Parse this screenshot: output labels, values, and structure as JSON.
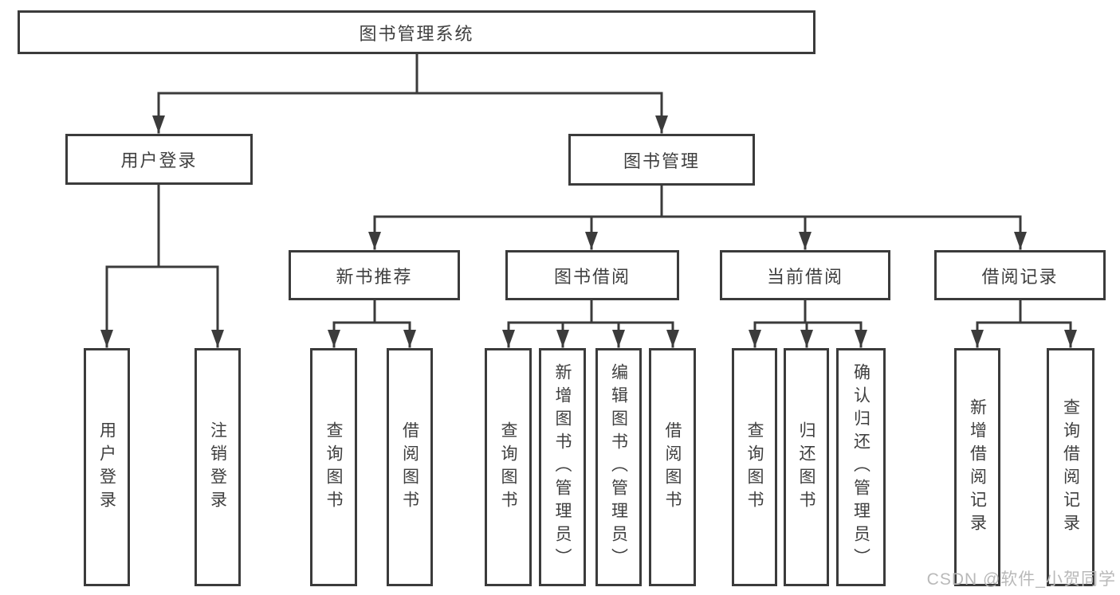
{
  "diagram": {
    "nodes": {
      "root": "图书管理系统",
      "user_login": "用户登录",
      "book_mgmt": "图书管理",
      "new_book_rec": "新书推荐",
      "book_borrow": "图书借阅",
      "current_borrow": "当前借阅",
      "borrow_records": "借阅记录",
      "leaf_user_login": "用户登录",
      "leaf_logout": "注销登录",
      "leaf_query_book_rec": "查询图书",
      "leaf_borrow_book_rec": "借阅图书",
      "leaf_query_book_borrow": "查询图书",
      "leaf_add_book": "新增图书（管理员）",
      "leaf_edit_book": "编辑图书（管理员）",
      "leaf_borrow_book_borrow": "借阅图书",
      "leaf_query_book_current": "查询图书",
      "leaf_return_book": "归还图书",
      "leaf_confirm_return": "确认归还（管理员）",
      "leaf_add_borrow_record": "新增借阅记录",
      "leaf_query_borrow_record": "查询借阅记录"
    },
    "structure": {
      "root": [
        "user_login",
        "book_mgmt"
      ],
      "user_login": [
        "leaf_user_login",
        "leaf_logout"
      ],
      "book_mgmt": [
        "new_book_rec",
        "book_borrow",
        "current_borrow",
        "borrow_records"
      ],
      "new_book_rec": [
        "leaf_query_book_rec",
        "leaf_borrow_book_rec"
      ],
      "book_borrow": [
        "leaf_query_book_borrow",
        "leaf_add_book",
        "leaf_edit_book",
        "leaf_borrow_book_borrow"
      ],
      "current_borrow": [
        "leaf_query_book_current",
        "leaf_return_book",
        "leaf_confirm_return"
      ],
      "borrow_records": [
        "leaf_add_borrow_record",
        "leaf_query_borrow_record"
      ]
    }
  },
  "watermark": {
    "text": "CSDN @软件_小贺同学"
  },
  "colors": {
    "line": "#3b3b3b",
    "text": "#3f3f3f",
    "box_background": "#ffffff",
    "background": "#ffffff",
    "watermark": "#b9b9b9"
  }
}
